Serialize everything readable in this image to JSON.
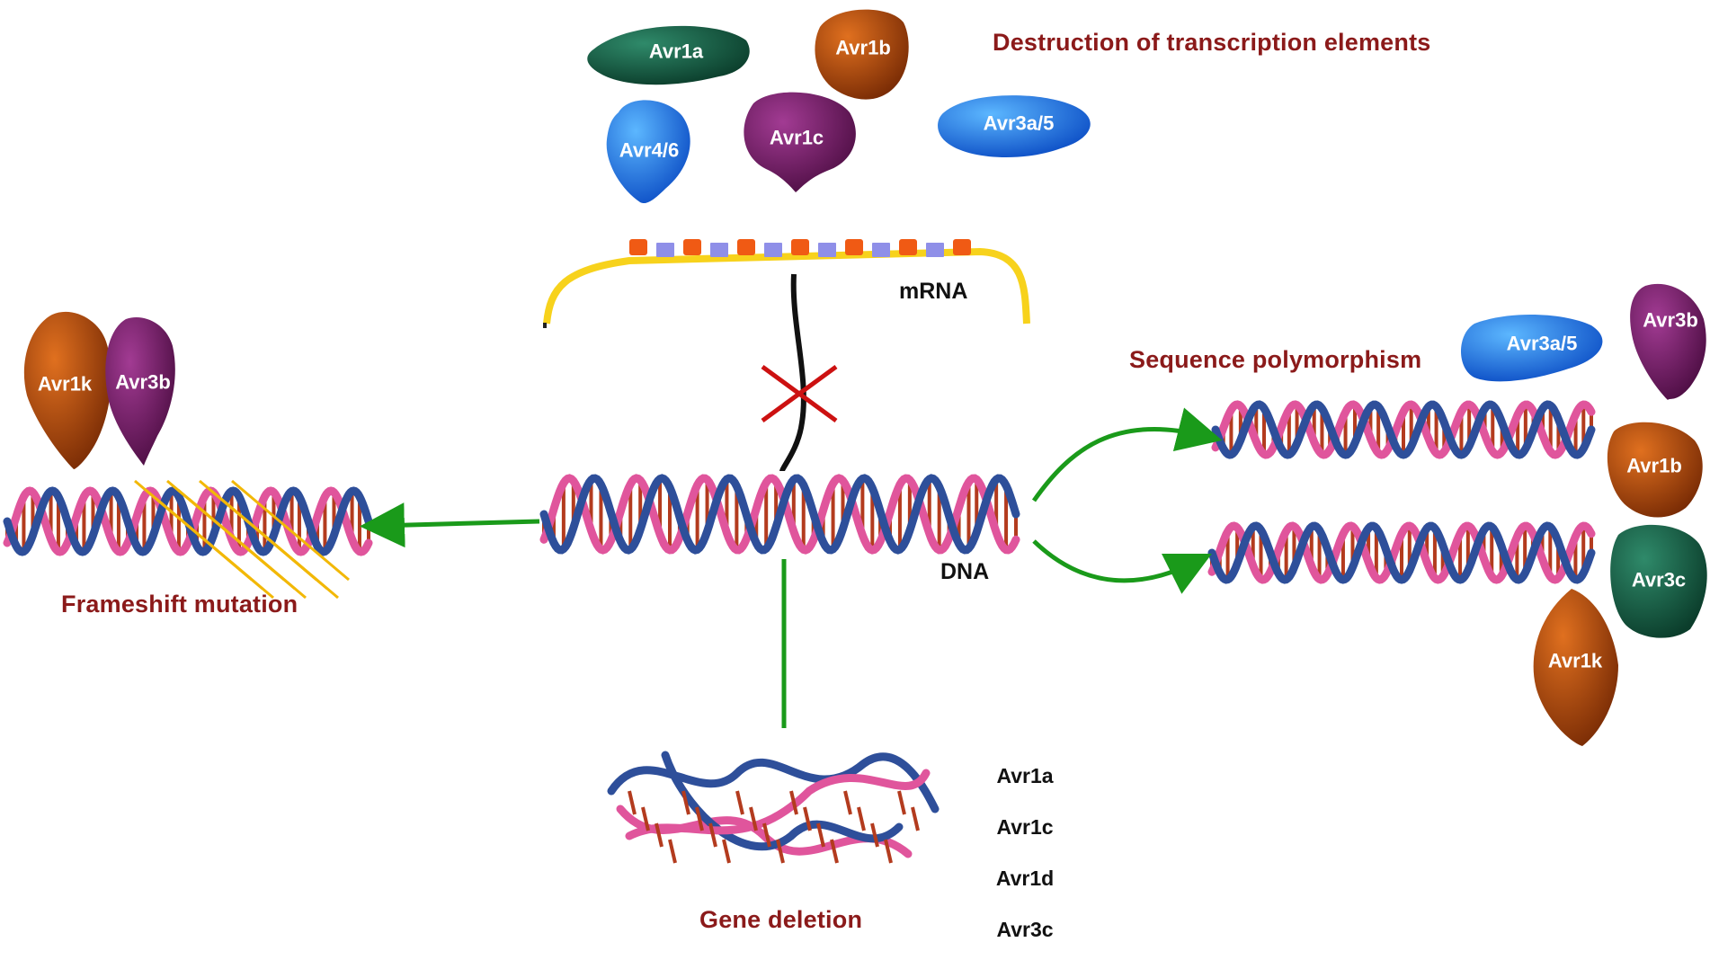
{
  "titles": {
    "destruction": "Destruction of transcription elements",
    "sequence": "Sequence polymorphism",
    "frameshift": "Frameshift mutation",
    "deletion": "Gene deletion"
  },
  "labels": {
    "mrna": "mRNA",
    "dna": "DNA"
  },
  "proteins": {
    "top": [
      "Avr1a",
      "Avr1b",
      "Avr4/6",
      "Avr1c",
      "Avr3a/5"
    ],
    "left": [
      "Avr1k",
      "Avr3b"
    ],
    "right": [
      "Avr3a/5",
      "Avr3b",
      "Avr1b",
      "Avr3c",
      "Avr1k"
    ]
  },
  "deleted_genes": [
    "Avr1a",
    "Avr1c",
    "Avr1d",
    "Avr3c"
  ],
  "colors": {
    "title_red": "#8b1a1a",
    "arrow_green": "#1a9a1a",
    "mrna_yellow": "#f7d21c",
    "cross_red": "#cc1111",
    "strand_blue": "#2e4f9a",
    "strand_pink": "#e0559c",
    "base_pair": "#b33b1e"
  }
}
